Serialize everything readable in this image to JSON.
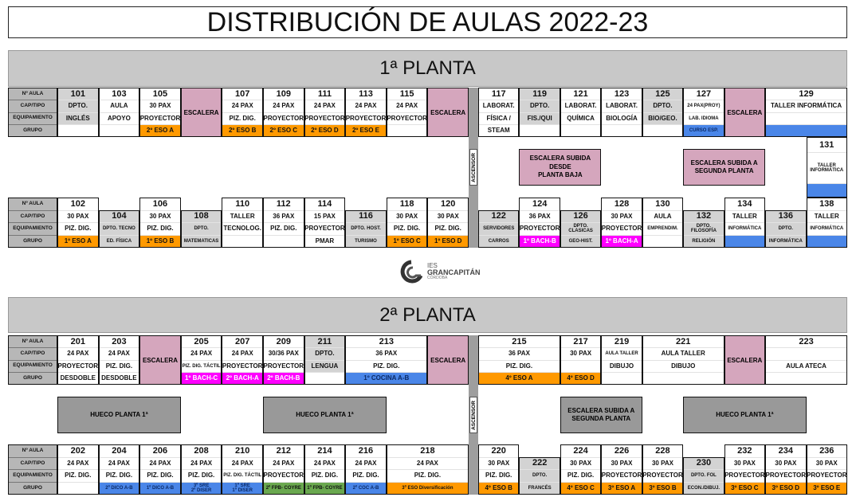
{
  "title": "DISTRIBUCIÓN DE AULAS 2022-23",
  "labels": [
    "Nº AULA",
    "CAP/TIPO",
    "EQUIPAMIENTO",
    "GRUPO"
  ],
  "elevator": "ASCENSOR",
  "colors": {
    "eso": "#ff9900",
    "bach": "#ff00ff",
    "blue": "#4a86e8",
    "fpb": "#6aa84f",
    "dept": "#d3d3d3",
    "stair": "#d5a6bd",
    "hole": "#999999"
  },
  "logo": {
    "line1": "IES",
    "line2": "GRANCAPITÁN",
    "line3": "CÓRDOBA"
  },
  "planta1": {
    "title": "1ª PLANTA",
    "top": [
      {
        "kind": "dept",
        "num": "101",
        "cap": "DPTO.",
        "equip": "INGLÉS",
        "group": ""
      },
      {
        "kind": "room",
        "num": "103",
        "cap": "AULA",
        "equip": "APOYO",
        "group": ""
      },
      {
        "kind": "room",
        "num": "105",
        "cap": "30 PAX",
        "equip": "PROYECTOR",
        "group": "2º ESO A",
        "gc": "eso"
      },
      {
        "kind": "stair",
        "label": "ESCALERA"
      },
      {
        "kind": "room",
        "num": "107",
        "cap": "24 PAX",
        "equip": "PIZ. DIG.",
        "group": "2º ESO B",
        "gc": "eso"
      },
      {
        "kind": "room",
        "num": "109",
        "cap": "24 PAX",
        "equip": "PROYECTOR",
        "group": "2º ESO C",
        "gc": "eso"
      },
      {
        "kind": "room",
        "num": "111",
        "cap": "24 PAX",
        "equip": "PROYECTOR",
        "group": "2º ESO D",
        "gc": "eso"
      },
      {
        "kind": "room",
        "num": "113",
        "cap": "24 PAX",
        "equip": "PROYECTOR",
        "group": "2º ESO E",
        "gc": "eso"
      },
      {
        "kind": "room",
        "num": "115",
        "cap": "24 PAX",
        "equip": "PROYECTOR",
        "group": ""
      },
      {
        "kind": "stair",
        "label": "ESCALERA"
      },
      {
        "kind": "room",
        "num": "117",
        "cap": "LABORAT.",
        "equip": "FÍSICA /",
        "group": "STEAM"
      },
      {
        "kind": "dept",
        "num": "119",
        "cap": "DPTO.",
        "equip": "FIS./QUI",
        "group": ""
      },
      {
        "kind": "room",
        "num": "121",
        "cap": "LABORAT.",
        "equip": "QUÍMICA",
        "group": ""
      },
      {
        "kind": "room",
        "num": "123",
        "cap": "LABORAT.",
        "equip": "BIOLOGÍA",
        "group": ""
      },
      {
        "kind": "dept",
        "num": "125",
        "cap": "DPTO.",
        "equip": "BIO/GEO.",
        "group": ""
      },
      {
        "kind": "room",
        "num": "127",
        "cap": "24 PAX(PROY)",
        "equip": "LAB. IDIOMA",
        "group": "CURSO ESP.",
        "gc": "blue"
      },
      {
        "kind": "stair",
        "label": "ESCALERA"
      },
      {
        "kind": "room",
        "num": "129",
        "cap": "TALLER INFORMÁTICA",
        "equip": "",
        "group": "",
        "gc": "blue"
      }
    ],
    "middle": {
      "stair_up_from_ground": "ESCALERA SUBIDA DESDE\nPLANTA BAJA",
      "stair_up_to_second": "ESCALERA SUBIDA A\nSEGUNDA PLANTA",
      "room131": {
        "num": "131",
        "desc": "TALLER\nINFORMÁTICA"
      }
    },
    "bottom": [
      {
        "kind": "room",
        "num": "102",
        "cap": "30 PAX",
        "equip": "PIZ. DIG.",
        "group": "1º ESO A",
        "gc": "eso"
      },
      {
        "kind": "dept",
        "num": "104",
        "cap": "DPTO. TECNO",
        "equip": "ED. FÍSICA"
      },
      {
        "kind": "room",
        "num": "106",
        "cap": "30 PAX",
        "equip": "PIZ. DIG.",
        "group": "1º ESO B",
        "gc": "eso"
      },
      {
        "kind": "dept",
        "num": "108",
        "cap": "DPTO.",
        "equip": "MATEMATICAS"
      },
      {
        "kind": "room",
        "num": "110",
        "cap": "TALLER",
        "equip": "TECNOLOG.",
        "group": ""
      },
      {
        "kind": "room",
        "num": "112",
        "cap": "36 PAX",
        "equip": "PIZ. DIG.",
        "group": ""
      },
      {
        "kind": "room",
        "num": "114",
        "cap": "15 PAX",
        "equip": "PROYECTOR",
        "group": "PMAR"
      },
      {
        "kind": "dept",
        "num": "116",
        "cap": "DPTO. HOST.",
        "equip": "TURISMO"
      },
      {
        "kind": "room",
        "num": "118",
        "cap": "30 PAX",
        "equip": "PIZ. DIG.",
        "group": "1º ESO C",
        "gc": "eso"
      },
      {
        "kind": "room",
        "num": "120",
        "cap": "30 PAX",
        "equip": "PIZ. DIG.",
        "group": "1º ESO D",
        "gc": "eso"
      },
      {
        "kind": "dept",
        "num": "122",
        "cap": "SERVIDORES",
        "equip": "CARROS"
      },
      {
        "kind": "room",
        "num": "124",
        "cap": "36 PAX",
        "equip": "PROYECTOR",
        "group": "1º BACH-B",
        "gc": "bach"
      },
      {
        "kind": "dept",
        "num": "126",
        "cap": "DPTO.\nCLASICAS",
        "equip": "GEO-HIST."
      },
      {
        "kind": "room",
        "num": "128",
        "cap": "30 PAX",
        "equip": "PROYECTOR",
        "group": "1º BACH-A",
        "gc": "bach"
      },
      {
        "kind": "room",
        "num": "130",
        "cap": "AULA",
        "equip": "EMPRENDIM.",
        "group": ""
      },
      {
        "kind": "dept",
        "num": "132",
        "cap": "DPTO.\nFILOSOFÍA",
        "equip": "RELIGIÓN"
      },
      {
        "kind": "room",
        "num": "134",
        "cap": "TALLER",
        "equip": "INFORMÁTICA",
        "group": "",
        "gc": "blue"
      },
      {
        "kind": "dept",
        "num": "136",
        "cap": "DPTO.",
        "equip": "INFORMÁTICA"
      },
      {
        "kind": "room",
        "num": "138",
        "cap": "TALLER",
        "equip": "INFORMÁTICA",
        "group": "",
        "gc": "blue"
      }
    ]
  },
  "planta2": {
    "title": "2ª PLANTA",
    "top": [
      {
        "kind": "room",
        "num": "201",
        "cap": "24 PAX",
        "equip": "PROYECTOR",
        "group": "DESDOBLE"
      },
      {
        "kind": "room",
        "num": "203",
        "cap": "24 PAX",
        "equip": "PIZ. DIG.",
        "group": "DESDOBLE"
      },
      {
        "kind": "stair",
        "label": "ESCALERA"
      },
      {
        "kind": "room",
        "num": "205",
        "cap": "24 PAX",
        "equip": "PIZ. DIG. TÁCTIL",
        "group": "1º BACH-C",
        "gc": "bach"
      },
      {
        "kind": "room",
        "num": "207",
        "cap": "24 PAX",
        "equip": "PROYECTOR",
        "group": "2º BACH-A",
        "gc": "bach"
      },
      {
        "kind": "room",
        "num": "209",
        "cap": "30/36 PAX",
        "equip": "PROYECTOR",
        "group": "2º BACH-B",
        "gc": "bach"
      },
      {
        "kind": "dept",
        "num": "211",
        "cap": "DPTO.",
        "equip": "LENGUA",
        "group": ""
      },
      {
        "kind": "room",
        "num": "213",
        "cap": "36 PAX",
        "equip": "PIZ. DIG.",
        "group": "1º COCINA A-B",
        "gc": "blue"
      },
      {
        "kind": "stair",
        "label": "ESCALERA"
      },
      {
        "kind": "room",
        "num": "215",
        "cap": "36 PAX",
        "equip": "PIZ. DIG.",
        "group": "4º ESO A",
        "gc": "eso"
      },
      {
        "kind": "room",
        "num": "217",
        "cap": "30 PAX",
        "equip": "",
        "group": "4º ESO D",
        "gc": "eso"
      },
      {
        "kind": "room",
        "num": "219",
        "cap": "AULA TALLER",
        "equip": "DIBUJO",
        "group": ""
      },
      {
        "kind": "room",
        "num": "221",
        "cap": "AULA TALLER",
        "equip": "DIBUJO",
        "group": ""
      },
      {
        "kind": "stair",
        "label": "ESCALERA"
      },
      {
        "kind": "room",
        "num": "223",
        "cap": "",
        "equip": "AULA ATECA",
        "group": ""
      }
    ],
    "middle": {
      "hole_a": "HUECO PLANTA 1ª",
      "hole_b": "HUECO PLANTA 1ª",
      "hole_c": "HUECO PLANTA 1ª",
      "stair_up_to_second": "ESCALERA SUBIDA A\nSEGUNDA PLANTA"
    },
    "bottom": [
      {
        "kind": "room",
        "num": "202",
        "cap": "24 PAX",
        "equip": "PIZ. DIG.",
        "group": ""
      },
      {
        "kind": "room",
        "num": "204",
        "cap": "24 PAX",
        "equip": "PIZ. DIG.",
        "group": "2º DICO A-B",
        "gc": "blue"
      },
      {
        "kind": "room",
        "num": "206",
        "cap": "24 PAX",
        "equip": "PIZ. DIG.",
        "group": "1º DICO A-B",
        "gc": "blue"
      },
      {
        "kind": "room",
        "num": "208",
        "cap": "24 PAX",
        "equip": "PIZ. DIG.",
        "group": "3º SRE\n2º DISER",
        "gc": "blue"
      },
      {
        "kind": "room",
        "num": "210",
        "cap": "24 PAX",
        "equip": "PIZ. DIG. TÁCTIL",
        "group": "1º SRE\n1º DISER",
        "gc": "blue"
      },
      {
        "kind": "room",
        "num": "212",
        "cap": "24 PAX",
        "equip": "PROYECTOR",
        "group": "2º FPB- COYRE",
        "gc": "fpb"
      },
      {
        "kind": "room",
        "num": "214",
        "cap": "24 PAX",
        "equip": "PIZ. DIG.",
        "group": "1º FPB- COYRE",
        "gc": "fpb"
      },
      {
        "kind": "room",
        "num": "216",
        "cap": "24 PAX",
        "equip": "PIZ. DIG.",
        "group": "2º COC A-B",
        "gc": "blue"
      },
      {
        "kind": "room",
        "num": "218",
        "cap": "24 PAX",
        "equip": "PIZ. DIG.",
        "group": "3º ESO Diversificación",
        "gc": "eso"
      },
      {
        "kind": "room",
        "num": "220",
        "cap": "30 PAX",
        "equip": "PIZ. DIG.",
        "group": "4º ESO B",
        "gc": "eso"
      },
      {
        "kind": "dept",
        "num": "222",
        "cap": "DPTO.",
        "equip": "FRANCÉS"
      },
      {
        "kind": "room",
        "num": "224",
        "cap": "30 PAX",
        "equip": "PIZ. DIG.",
        "group": "4º ESO C",
        "gc": "eso"
      },
      {
        "kind": "room",
        "num": "226",
        "cap": "30 PAX",
        "equip": "PROYECTOR",
        "group": "3º ESO A",
        "gc": "eso"
      },
      {
        "kind": "room",
        "num": "228",
        "cap": "30 PAX",
        "equip": "PROYECTOR",
        "group": "3º ESO B",
        "gc": "eso"
      },
      {
        "kind": "dept",
        "num": "230",
        "cap": "DPTO. FOL",
        "equip": "ECON./DIBUJ."
      },
      {
        "kind": "room",
        "num": "232",
        "cap": "30 PAX",
        "equip": "PROYECTOR",
        "group": "3º ESO C",
        "gc": "eso"
      },
      {
        "kind": "room",
        "num": "234",
        "cap": "30 PAX",
        "equip": "PROYECTOR",
        "group": "3º ESO D",
        "gc": "eso"
      },
      {
        "kind": "room",
        "num": "236",
        "cap": "30 PAX",
        "equip": "PROYECTOR",
        "group": "3º ESO E",
        "gc": "eso"
      }
    ]
  }
}
